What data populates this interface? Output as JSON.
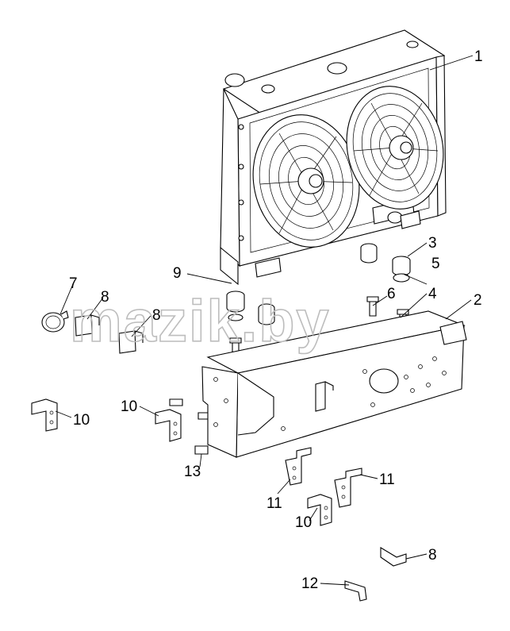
{
  "watermark": "mazik.by",
  "callouts": [
    {
      "id": "c1",
      "text": "1"
    },
    {
      "id": "c2",
      "text": "2"
    },
    {
      "id": "c3",
      "text": "3"
    },
    {
      "id": "c4",
      "text": "4"
    },
    {
      "id": "c5",
      "text": "5"
    },
    {
      "id": "c6",
      "text": "6"
    },
    {
      "id": "c7",
      "text": "7"
    },
    {
      "id": "c8a",
      "text": "8"
    },
    {
      "id": "c8b",
      "text": "8"
    },
    {
      "id": "c8c",
      "text": "8"
    },
    {
      "id": "c9",
      "text": "9"
    },
    {
      "id": "c10a",
      "text": "10"
    },
    {
      "id": "c10b",
      "text": "10"
    },
    {
      "id": "c10c",
      "text": "10"
    },
    {
      "id": "c11a",
      "text": "11"
    },
    {
      "id": "c11b",
      "text": "11"
    },
    {
      "id": "c12",
      "text": "12"
    },
    {
      "id": "c13",
      "text": "13"
    }
  ]
}
